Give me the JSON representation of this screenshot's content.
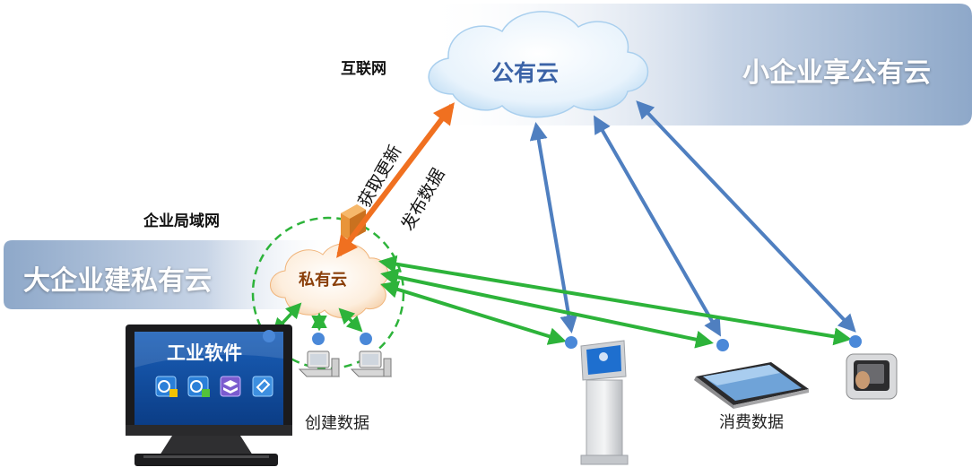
{
  "banners": {
    "public_cloud_banner": "小企业享公有云",
    "private_cloud_banner": "大企业建私有云"
  },
  "networks": {
    "internet": "互联网",
    "enterprise_lan": "企业局域网"
  },
  "clouds": {
    "public": "公有云",
    "private": "私有云"
  },
  "arrows": {
    "get_updates": "获取更新",
    "publish_data": "发布数据"
  },
  "monitor": {
    "title": "工业软件",
    "app_icons": [
      "software-m-icon",
      "software-p-icon",
      "software-layers-icon",
      "software-tag-icon"
    ]
  },
  "data_labels": {
    "create": "创建数据",
    "consume": "消费数据"
  },
  "colors": {
    "green_arrows": "#2db33a",
    "blue_arrows": "#4f7fc0",
    "orange_arrow": "#f07020",
    "banner": "#a9bcd6",
    "node_dot": "#4a88d8"
  }
}
